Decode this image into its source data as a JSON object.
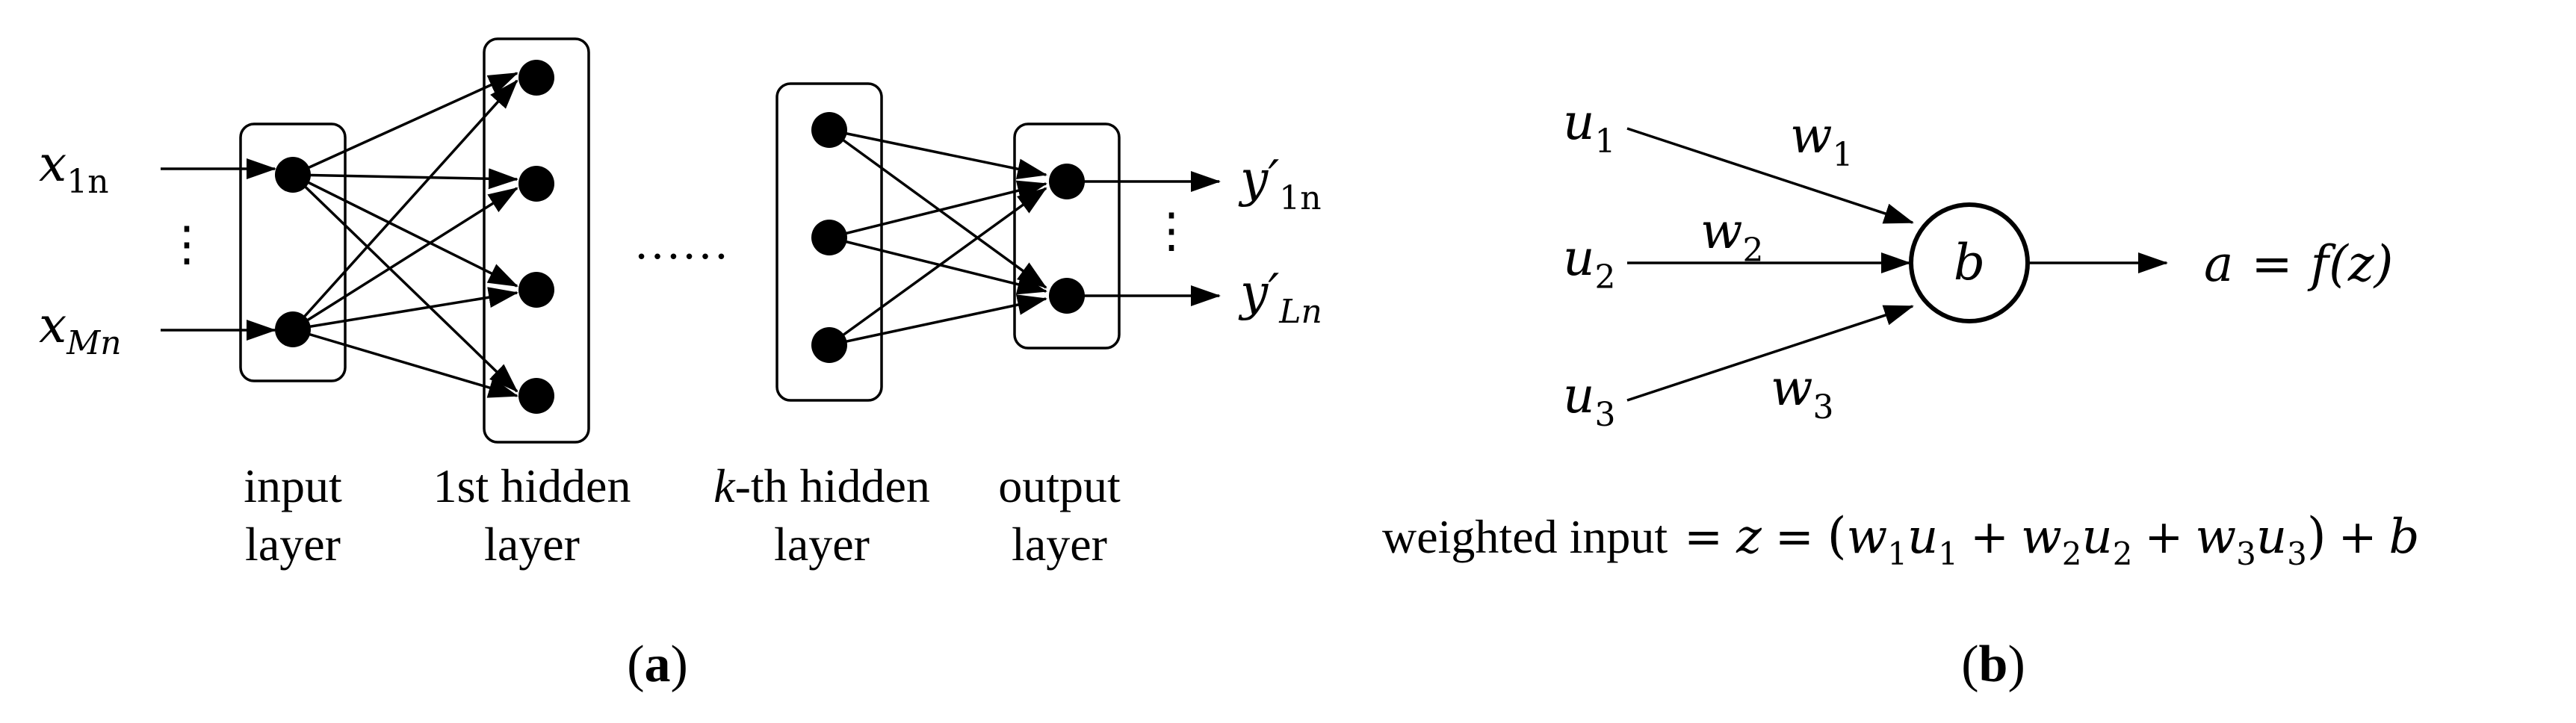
{
  "panel_a": {
    "inputs": [
      {
        "var": "x",
        "sub": "1n"
      },
      {
        "var": "x",
        "sub": "Mn"
      }
    ],
    "outputs": [
      {
        "var": "y′",
        "sub": "1n"
      },
      {
        "var": "y′",
        "sub": "Ln"
      }
    ],
    "vdots": "⋮",
    "hdots": "……",
    "layers": {
      "input": {
        "line1": "input",
        "line2": "layer"
      },
      "hidden1": {
        "line1": "1st hidden",
        "line2": "layer"
      },
      "hiddenk": {
        "italic": "k",
        "line1": "-th hidden",
        "line2": "layer"
      },
      "output": {
        "line1": "output",
        "line2": "layer"
      }
    },
    "caption": {
      "open": "(",
      "letter": "a",
      "close": ")"
    }
  },
  "panel_b": {
    "inputs": [
      {
        "var": "u",
        "sub": "1"
      },
      {
        "var": "u",
        "sub": "2"
      },
      {
        "var": "u",
        "sub": "3"
      }
    ],
    "weights": [
      {
        "var": "w",
        "sub": "1"
      },
      {
        "var": "w",
        "sub": "2"
      },
      {
        "var": "w",
        "sub": "3"
      }
    ],
    "bias": "b",
    "output": {
      "a": "a",
      "eq": "=",
      "f": "f",
      "z": "(z)"
    },
    "formula": {
      "text": "weighted input",
      "eq1": "=",
      "z": "z",
      "eq2": "=",
      "paren_open": "(",
      "w1": "w",
      "w1_sub": "1",
      "u1": "u",
      "u1_sub": "1",
      "plus1": "+",
      "w2": "w",
      "w2_sub": "2",
      "u2": "u",
      "u2_sub": "2",
      "plus2": "+",
      "w3": "w",
      "w3_sub": "3",
      "u3": "u",
      "u3_sub": "3",
      "paren_close": ")",
      "plus3": "+",
      "b": "b"
    },
    "caption": {
      "open": "(",
      "letter": "b",
      "close": ")"
    }
  }
}
